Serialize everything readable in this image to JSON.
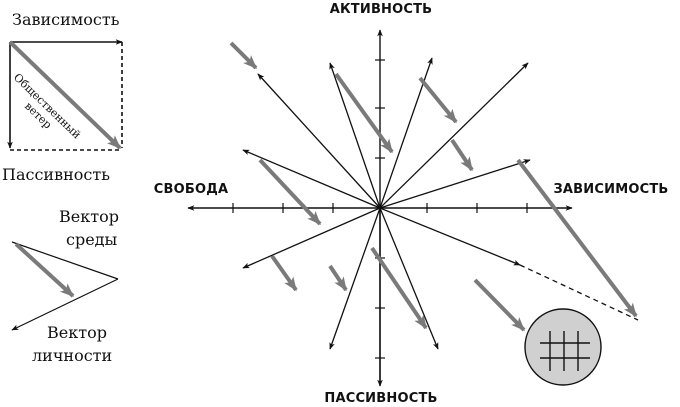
{
  "axes": {
    "top": "АКТИВНОСТЬ",
    "bottom": "ПАССИВНОСТЬ",
    "left": "СВОБОДА",
    "right": "ЗАВИСИМОСТЬ"
  },
  "legend_square": {
    "top_label": "Зависимость",
    "bottom_label": "Пассивность",
    "diagonal_label_line1": "Общественный",
    "diagonal_label_line2": "ветер"
  },
  "legend_vectors": {
    "environment_line1": "Вектор",
    "environment_line2": "среды",
    "personality_line1": "Вектор",
    "personality_line2": "личности"
  },
  "colors": {
    "ink": "#111111",
    "gray_arrow": "#7a7a7a",
    "circle_fill": "#d0d0d0"
  }
}
